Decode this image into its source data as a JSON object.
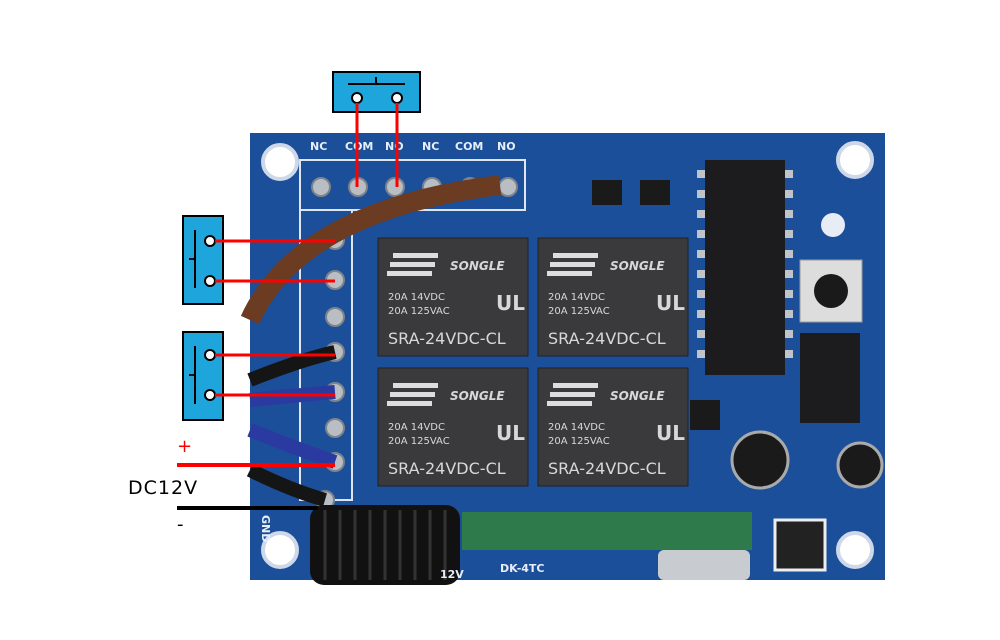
{
  "colors": {
    "board": "#1b4f9a",
    "switch": "#1ea6dc",
    "wire_positive": "#ff0000",
    "wire_negative": "#000000",
    "relay": "#3a3a3c"
  },
  "power": {
    "plus_label": "+",
    "voltage_label": "DC12V",
    "minus_label": "-"
  },
  "board": {
    "terminal_labels_top": [
      "NC",
      "COM",
      "NO",
      "NC",
      "COM",
      "NO"
    ],
    "module_label": "DK-4TC",
    "voltage_silk": "12V",
    "gnd_silk": "GND"
  },
  "relays": [
    {
      "brand": "SONGLE",
      "rating1": "20A 14VDC",
      "rating2": "20A 125VAC",
      "model": "SRA-24VDC-CL"
    },
    {
      "brand": "SONGLE",
      "rating1": "20A 14VDC",
      "rating2": "20A 125VAC",
      "model": "SRA-24VDC-CL"
    },
    {
      "brand": "SONGLE",
      "rating1": "20A 14VDC",
      "rating2": "20A 125VAC",
      "model": "SRA-24VDC-CL"
    },
    {
      "brand": "SONGLE",
      "rating1": "20A 14VDC",
      "rating2": "20A 125VAC",
      "model": "SRA-24VDC-CL"
    }
  ]
}
